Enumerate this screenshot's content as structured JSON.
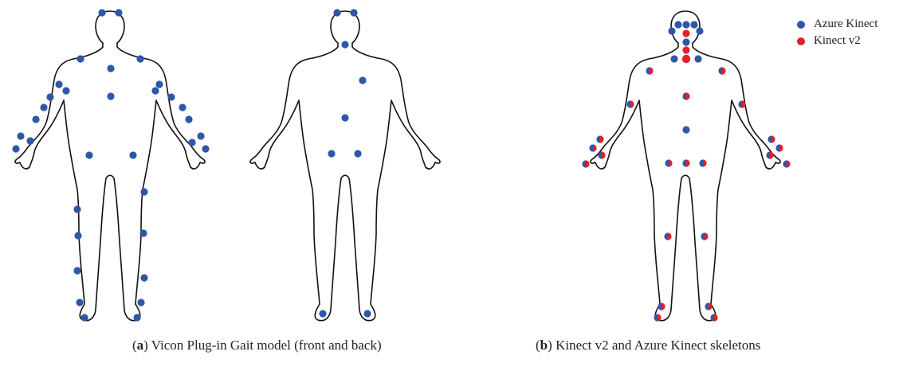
{
  "captions": {
    "a": {
      "letter": "a",
      "text": " Vicon Plug-in Gait model (front and back)"
    },
    "b": {
      "letter": "b",
      "text": " Kinect v2 and Azure Kinect skeletons"
    }
  },
  "legend": [
    {
      "label": "Azure Kinect",
      "color": "#2e57a8"
    },
    {
      "label": "Kinect v2",
      "color": "#e0202a"
    }
  ],
  "colors": {
    "outline": "#111111",
    "azure": "#2e57a8",
    "kinect_v2": "#e0202a"
  }
}
